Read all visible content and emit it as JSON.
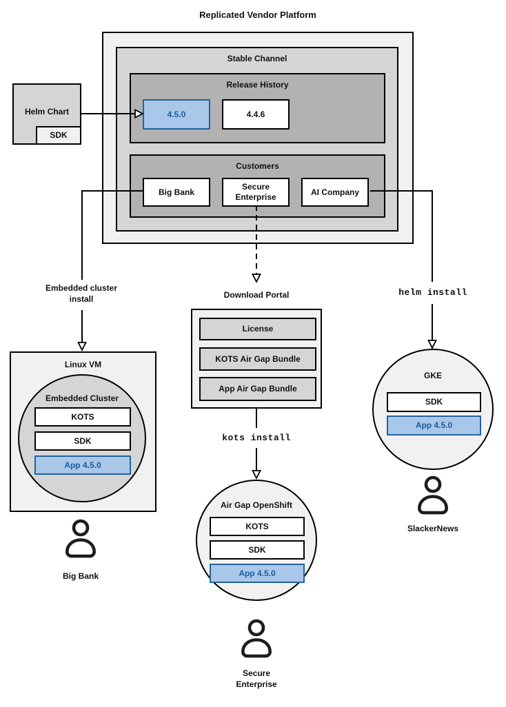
{
  "title": "Replicated Vendor Platform",
  "colors": {
    "highlight_fill": "#a9c7e8",
    "highlight_border": "#23639e",
    "highlight_text": "#1d5c9e",
    "container_light": "#f1f1f1",
    "container_mid": "#d5d5d5",
    "container_dark": "#b2b2b2",
    "line": "#000000"
  },
  "platform": {
    "stable_channel": {
      "label": "Stable Channel",
      "release_history": {
        "label": "Release History",
        "releases": [
          "4.5.0",
          "4.4.6"
        ]
      },
      "customers": {
        "label": "Customers",
        "items": [
          "Big Bank",
          "Secure Enterprise",
          "AI Company"
        ]
      }
    }
  },
  "helm_chart": {
    "label": "Helm Chart",
    "sdk_label": "SDK"
  },
  "edges": {
    "embedded_install_line1": "Embedded cluster",
    "embedded_install_line2": "install",
    "helm_install": "helm install",
    "kots_install": "kots install"
  },
  "download_portal": {
    "label": "Download Portal",
    "items": [
      "License",
      "KOTS Air Gap Bundle",
      "App Air Gap Bundle"
    ]
  },
  "linux_vm": {
    "label": "Linux VM",
    "embedded_cluster": {
      "label": "Embedded Cluster",
      "components": [
        "KOTS",
        "SDK",
        "App 4.5.0"
      ]
    },
    "user": "Big Bank"
  },
  "airgap_openshift": {
    "label": "Air Gap OpenShift",
    "components": [
      "KOTS",
      "SDK",
      "App 4.5.0"
    ],
    "user_line1": "Secure",
    "user_line2": "Enterprise"
  },
  "gke": {
    "label": "GKE",
    "components": [
      "SDK",
      "App 4.5.0"
    ],
    "user": "SlackerNews"
  }
}
